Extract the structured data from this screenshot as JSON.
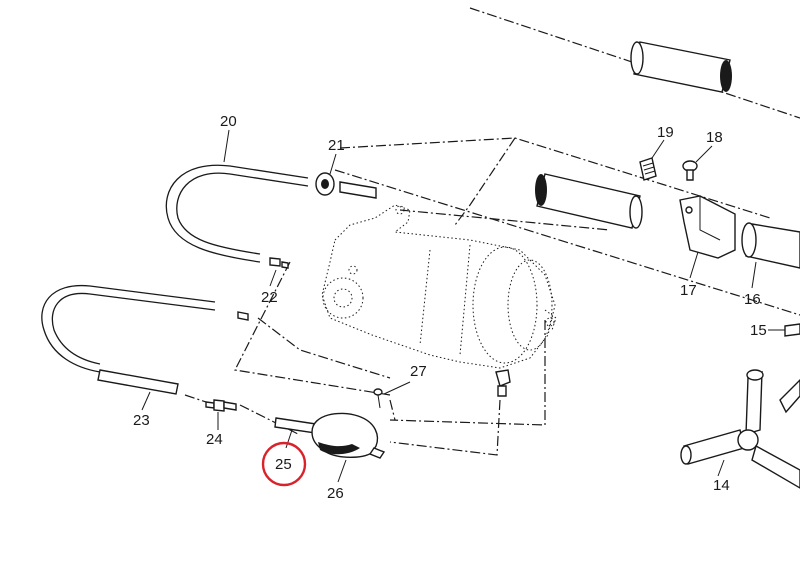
{
  "callouts": {
    "c14": "14",
    "c15": "15",
    "c16": "16",
    "c17": "17",
    "c18": "18",
    "c19": "19",
    "c20": "20",
    "c21": "21",
    "c22": "22",
    "c23": "23",
    "c24": "24",
    "c25": "25",
    "c26": "26",
    "c27": "27"
  },
  "highlight": {
    "callout": "25",
    "ring_color": "#d9232a"
  },
  "colors": {
    "line": "#1a1a1a",
    "background": "#ffffff"
  }
}
